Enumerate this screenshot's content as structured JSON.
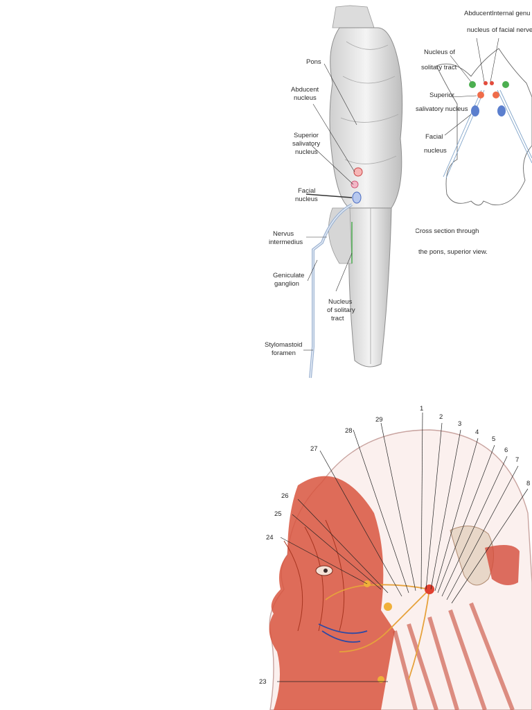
{
  "brainstem": {
    "labels": {
      "pons": "Pons",
      "abducent_1": "Abducent",
      "abducent_2": "nucleus",
      "ssn_1": "Superior",
      "ssn_2": "salivatory",
      "ssn_3": "nucleus",
      "facial_1": "Facial",
      "facial_2": "nucleus",
      "ni_1": "Nervus",
      "ni_2": "intermedius",
      "gg_1": "Geniculate",
      "gg_2": "ganglion",
      "nst_1": "Nucleus",
      "nst_2": "of solitary",
      "nst_3": "tract",
      "smf_1": "Stylomastoid",
      "smf_2": "foramen"
    }
  },
  "cross_section": {
    "labels": {
      "abducent_1": "Abducent",
      "abducent_2": "nucleus",
      "genu_1": "Internal genu",
      "genu_2": "of facial nerve",
      "nst_1": "Nucleus of",
      "nst_2": "solitary tract",
      "ssn_1": "Superior",
      "ssn_2": "salivatory nucleus",
      "facial_1": "Facial",
      "facial_2": "nucleus"
    },
    "caption_1": "B  Cross section through",
    "caption_2": "the pons, superior view."
  },
  "head": {
    "numbers": [
      "1",
      "2",
      "3",
      "4",
      "5",
      "6",
      "7",
      "8",
      "23",
      "24",
      "25",
      "26",
      "27",
      "28",
      "29"
    ]
  }
}
